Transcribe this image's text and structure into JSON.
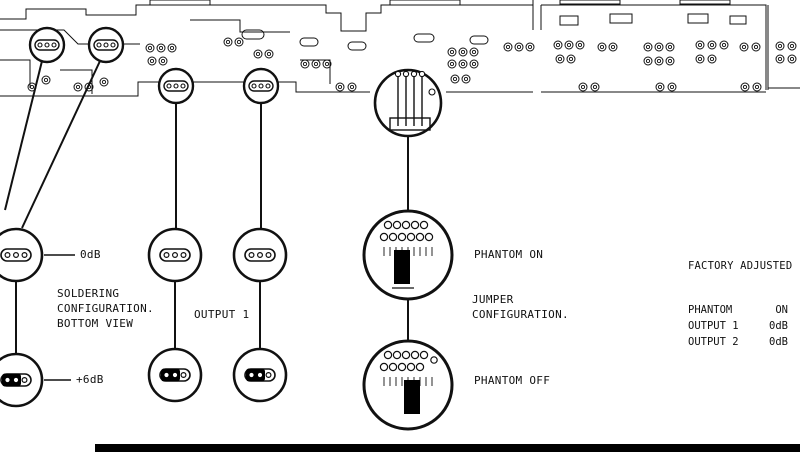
{
  "labels": {
    "gain_0db": "0dB",
    "gain_6db": "+6dB",
    "output1": "OUTPUT 1",
    "phantom_on": "PHANTOM ON",
    "phantom_off": "PHANTOM OFF"
  },
  "soldering_note": {
    "lines": [
      "SOLDERING",
      "CONFIGURATION.",
      "BOTTOM VIEW"
    ]
  },
  "jumper_note": {
    "lines": [
      "JUMPER",
      "CONFIGURATION."
    ]
  },
  "factory_adjusted": {
    "title": "FACTORY ADJUSTED",
    "rows": [
      {
        "label": "PHANTOM",
        "value": "ON"
      },
      {
        "label": "OUTPUT 1",
        "value": "0dB"
      },
      {
        "label": "OUTPUT 2",
        "value": "0dB"
      }
    ]
  },
  "colors": {
    "line": "#111111",
    "background": "#ffffff",
    "jumper_fill": "#000000"
  }
}
